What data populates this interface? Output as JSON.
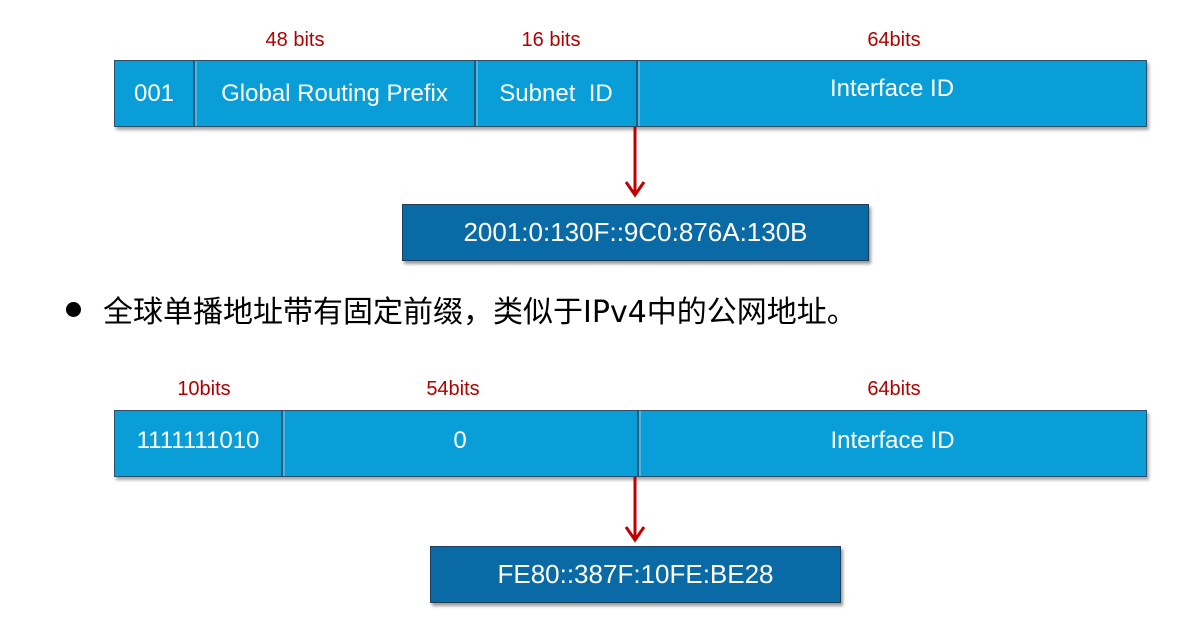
{
  "global_unicast": {
    "bit_labels": {
      "routing_prefix": "48 bits",
      "subnet": "16 bits",
      "interface": "64bits"
    },
    "fields": {
      "prefix": "001",
      "routing_prefix": "Global Routing Prefix",
      "subnet": "Subnet  ID",
      "interface": "Interface ID"
    },
    "example": "2001:0:130F::9C0:876A:130B"
  },
  "bullet": {
    "text": "全球单播地址带有固定前缀，类似于IPv4中的公网地址。"
  },
  "link_local": {
    "bit_labels": {
      "prefix": "10bits",
      "zeros": "54bits",
      "interface": "64bits"
    },
    "fields": {
      "prefix": "1111111010",
      "zeros": "0",
      "interface": "Interface ID"
    },
    "example": "FE80::387F:10FE:BE28"
  },
  "colors": {
    "segment_fill": "#0a9ed8",
    "result_fill": "#0a6aa6",
    "bit_label": "#b00000",
    "arrow": "#c00000"
  }
}
